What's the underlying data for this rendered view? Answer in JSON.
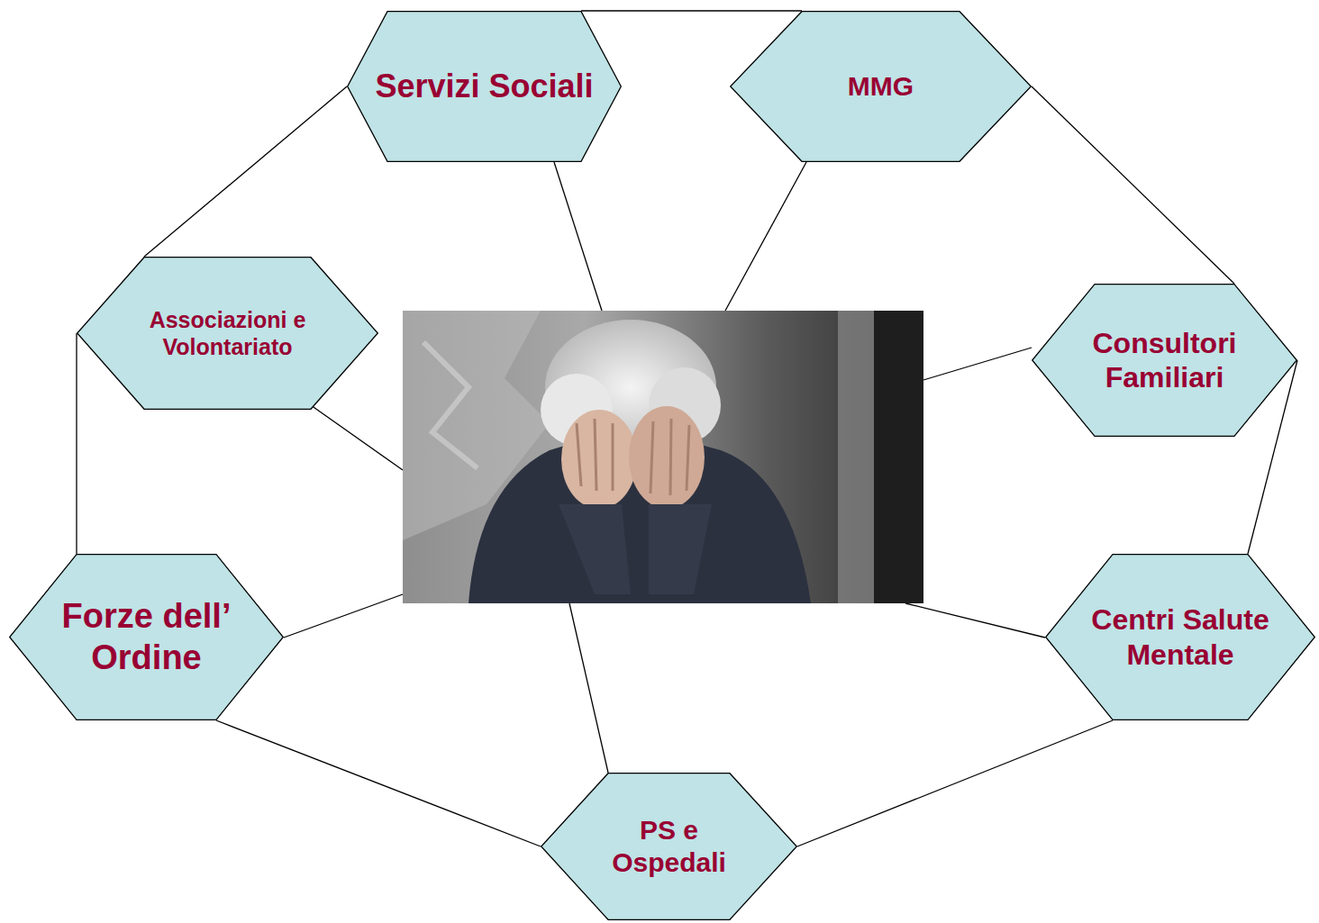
{
  "diagram": {
    "nodes": [
      {
        "text": [
          "Servizi Sociali"
        ]
      },
      {
        "text": [
          "MMG"
        ]
      },
      {
        "text": [
          "Associazioni e Volontariato"
        ]
      },
      {
        "text": [
          "Consultori Familiari"
        ]
      },
      {
        "text": [
          "Forze dell’ Ordine"
        ]
      },
      {
        "text": [
          "Centri Salute Mentale"
        ]
      },
      {
        "text": [
          "PS e Ospedali"
        ]
      }
    ],
    "edges": [
      {
        "from": 0,
        "to": 1,
        "arrow": "none"
      },
      {
        "from": 1,
        "to": 3,
        "arrow": "none"
      },
      {
        "from": 3,
        "to": 5,
        "arrow": "none"
      },
      {
        "from": 5,
        "to": 6,
        "arrow": "none"
      },
      {
        "from": 6,
        "to": 4,
        "arrow": "none"
      },
      {
        "from": 4,
        "to": 2,
        "arrow": "none"
      },
      {
        "from": 2,
        "to": 0,
        "arrow": "none"
      }
    ]
  }
}
